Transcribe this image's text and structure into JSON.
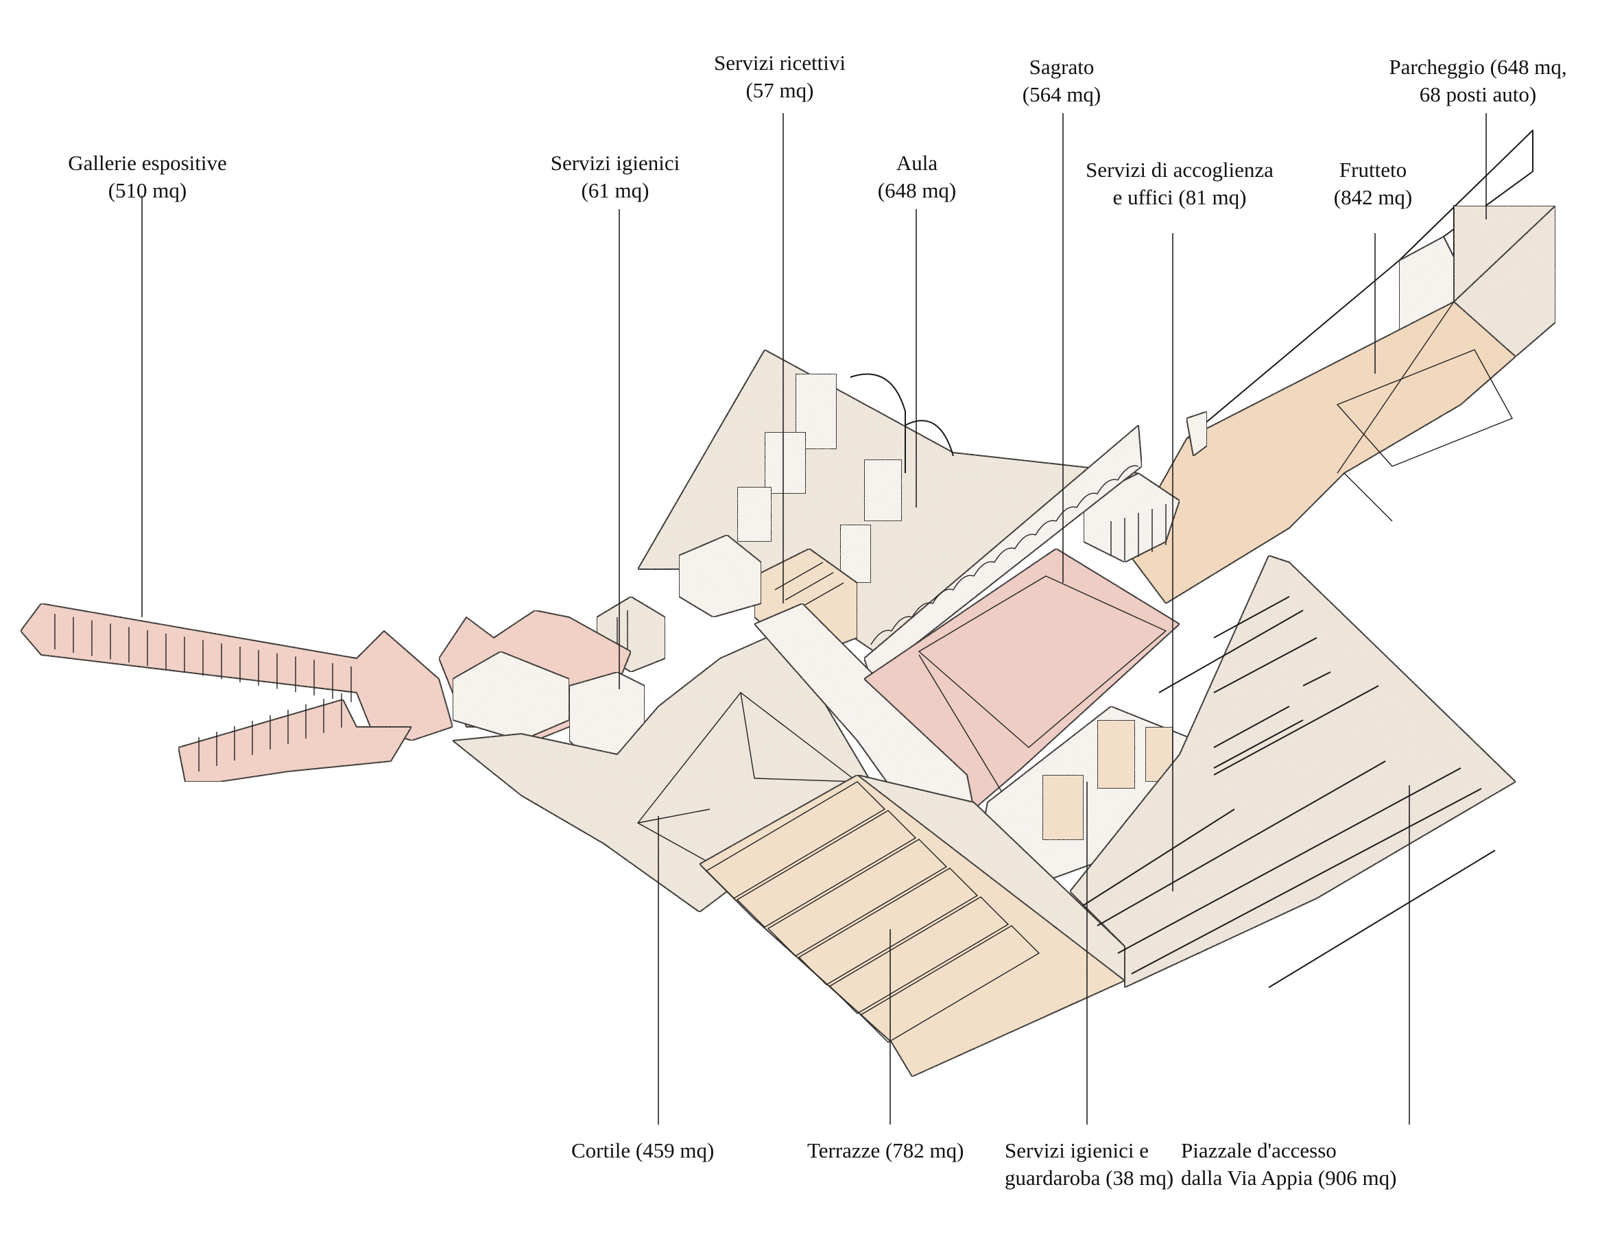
{
  "diagram": {
    "type": "isometric axonometric site plan",
    "colors": {
      "exhibition_pink": "#f6d3c8",
      "sagrato_pink": "#f3cfc6",
      "terrace_peach": "#f8e3cb",
      "stone_cream": "#f3ebe0",
      "orchard_peach": "#f6dcc0",
      "parking_stone": "#f2e9df",
      "wall_white": "#fbf8f4",
      "line": "#1a1a1a"
    },
    "labels": {
      "gallerie": {
        "line1": "Gallerie espositive",
        "line2": "(510 mq)"
      },
      "servizi_igienici": {
        "line1": "Servizi igienici",
        "line2": "(61 mq)"
      },
      "servizi_ricettivi": {
        "line1": "Servizi ricettivi",
        "line2": "(57 mq)"
      },
      "aula": {
        "line1": "Aula",
        "line2": "(648 mq)"
      },
      "sagrato": {
        "line1": "Sagrato",
        "line2": "(564 mq)"
      },
      "accoglienza": {
        "line1": "Servizi di accoglienza",
        "line2": "e uffici (81 mq)"
      },
      "frutteto": {
        "line1": "Frutteto",
        "line2": "(842 mq)"
      },
      "parcheggio": {
        "line1": "Parcheggio (648 mq,",
        "line2": "68 posti auto)"
      },
      "cortile": {
        "line1": "Cortile (459 mq)"
      },
      "terrazze": {
        "line1": "Terrazze (782 mq)"
      },
      "servizi_guardaroba": {
        "line1": "Servizi igienici e",
        "line2": "guardaroba (38 mq)"
      },
      "piazzale": {
        "line1": "Piazzale d'accesso",
        "line2": "dalla Via Appia (906 mq)"
      }
    },
    "areas": [
      {
        "name": "Gallerie espositive",
        "mq": 510
      },
      {
        "name": "Servizi igienici",
        "mq": 61
      },
      {
        "name": "Servizi ricettivi",
        "mq": 57
      },
      {
        "name": "Aula",
        "mq": 648
      },
      {
        "name": "Sagrato",
        "mq": 564
      },
      {
        "name": "Servizi di accoglienza e uffici",
        "mq": 81
      },
      {
        "name": "Frutteto",
        "mq": 842
      },
      {
        "name": "Parcheggio",
        "mq": 648,
        "posti_auto": 68
      },
      {
        "name": "Cortile",
        "mq": 459
      },
      {
        "name": "Terrazze",
        "mq": 782
      },
      {
        "name": "Servizi igienici e guardaroba",
        "mq": 38
      },
      {
        "name": "Piazzale d'accesso dalla Via Appia",
        "mq": 906
      }
    ]
  }
}
